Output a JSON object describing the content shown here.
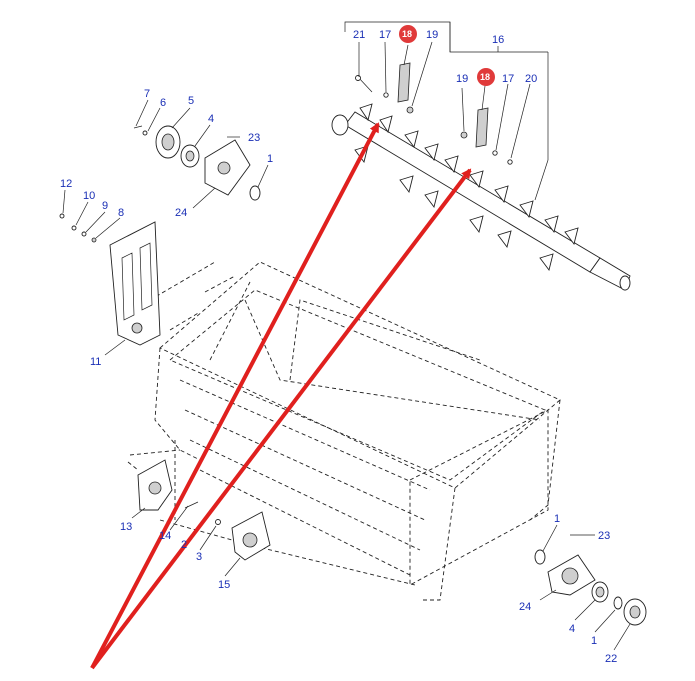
{
  "colors": {
    "label": "#1a2fb5",
    "arrow": "#e0201e",
    "badge": "#e03a3a",
    "line": "#222222"
  },
  "callouts": [
    {
      "text": "21"
    },
    {
      "text": "17"
    },
    {
      "text": "18"
    },
    {
      "text": "19"
    },
    {
      "text": "16"
    },
    {
      "text": "19"
    },
    {
      "text": "18"
    },
    {
      "text": "17"
    },
    {
      "text": "20"
    },
    {
      "text": "7"
    },
    {
      "text": "6"
    },
    {
      "text": "5"
    },
    {
      "text": "4"
    },
    {
      "text": "23"
    },
    {
      "text": "1"
    },
    {
      "text": "24"
    },
    {
      "text": "12"
    },
    {
      "text": "10"
    },
    {
      "text": "9"
    },
    {
      "text": "8"
    },
    {
      "text": "11"
    },
    {
      "text": "13"
    },
    {
      "text": "14"
    },
    {
      "text": "2"
    },
    {
      "text": "3"
    },
    {
      "text": "15"
    },
    {
      "text": "1"
    },
    {
      "text": "23"
    },
    {
      "text": "24"
    },
    {
      "text": "4"
    },
    {
      "text": "1"
    },
    {
      "text": "22"
    }
  ]
}
